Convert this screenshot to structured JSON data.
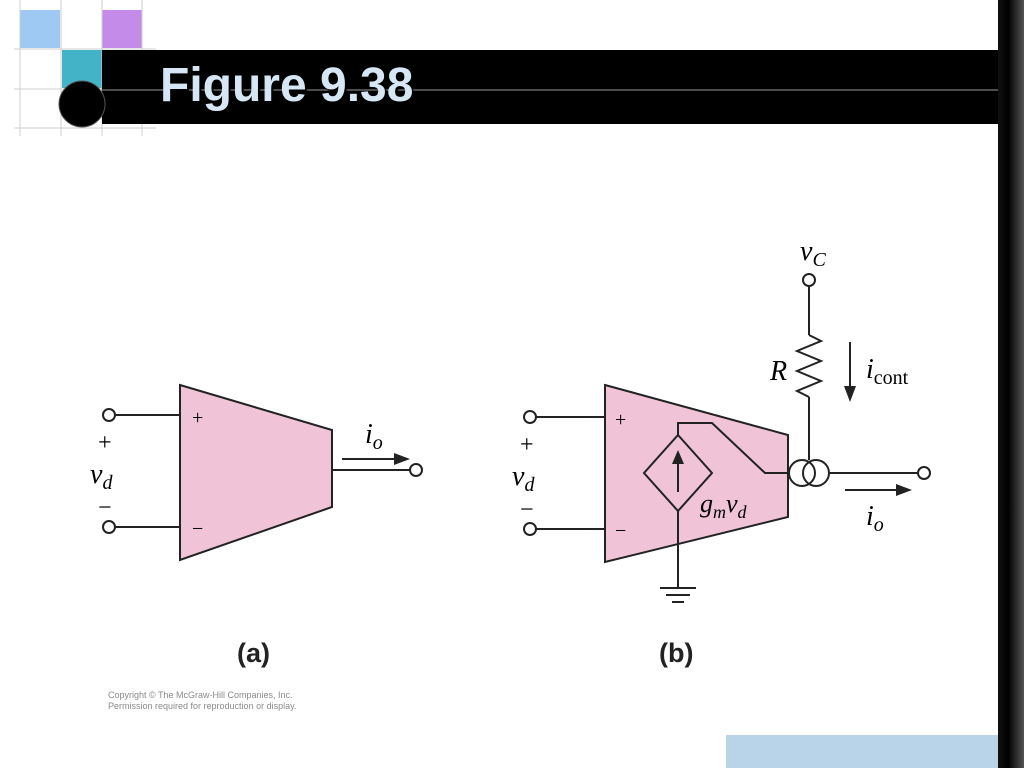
{
  "slide": {
    "title": "Figure 9.38",
    "copyright_line1": "Copyright © The McGraw-Hill Companies, Inc.",
    "copyright_line2": "Permission required for reproduction or display."
  },
  "diagram_a": {
    "caption": "(a)",
    "plus_input": "+",
    "minus_input": "−",
    "polarity_plus": "+",
    "polarity_minus": "−",
    "vd_main": "v",
    "vd_sub": "d",
    "io_main": "i",
    "io_sub": "o"
  },
  "diagram_b": {
    "caption": "(b)",
    "plus_input": "+",
    "minus_input": "−",
    "polarity_plus": "+",
    "polarity_minus": "−",
    "vd_main": "v",
    "vd_sub": "d",
    "vc_main": "v",
    "vc_sub": "C",
    "resistor_label": "R",
    "icont_main": "i",
    "icont_sub": "cont",
    "gm_main": "g",
    "gm_sub": "m",
    "gm_v": "v",
    "gm_v_sub": "d",
    "io_main": "i",
    "io_sub": "o"
  },
  "colors": {
    "amp_fill": "#f0c4d6",
    "title_bar": "#000000",
    "title_text": "#d6e6f5",
    "corner_accent": "#b9d4e8"
  }
}
